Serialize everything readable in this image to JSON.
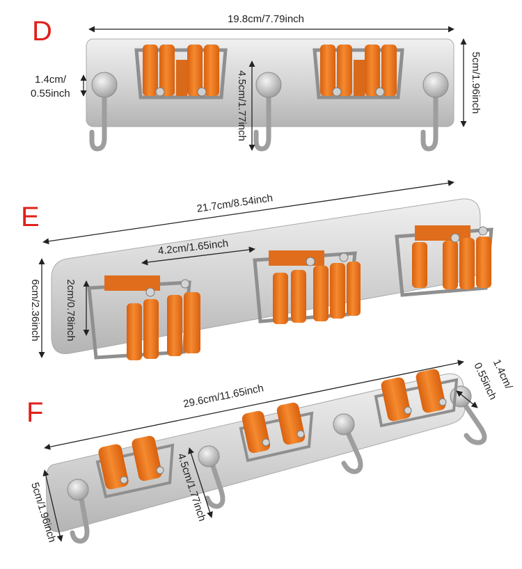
{
  "colors": {
    "letter": "#e0201b",
    "clip_orange": "#f07a22",
    "clip_orange_dark": "#c95a10",
    "steel_light": "#e6e6e6",
    "steel_mid": "#c4c4c4",
    "steel_dark": "#9a9a9a",
    "text": "#222222"
  },
  "variants": [
    {
      "letter": "D",
      "product": "wall rail with 2 orange mop clips and 3 hooks",
      "dims": {
        "length": "19.8cm/7.79inch",
        "height": "5cm/1.96inch",
        "hook_width_line1": "1.4cm/",
        "hook_width_line2": "0.55inch",
        "hook_height": "4.5cm/1.77inch"
      }
    },
    {
      "letter": "E",
      "product": "wall rail with 3 orange mop clips",
      "dims": {
        "length": "21.7cm/8.54inch",
        "spacing": "4.2cm/1.65inch",
        "height": "6cm/2.36inch",
        "clip_width": "2cm/0.78inch"
      }
    },
    {
      "letter": "F",
      "product": "wall rail with 3 orange mop clips and 4 hooks",
      "dims": {
        "length": "29.6cm/11.65inch",
        "hook_width_line1": "1.4cm/",
        "hook_width_line2": "0.55inch",
        "height": "5cm/1.96inch",
        "hook_height": "4.5cm/1.77inch"
      }
    }
  ]
}
